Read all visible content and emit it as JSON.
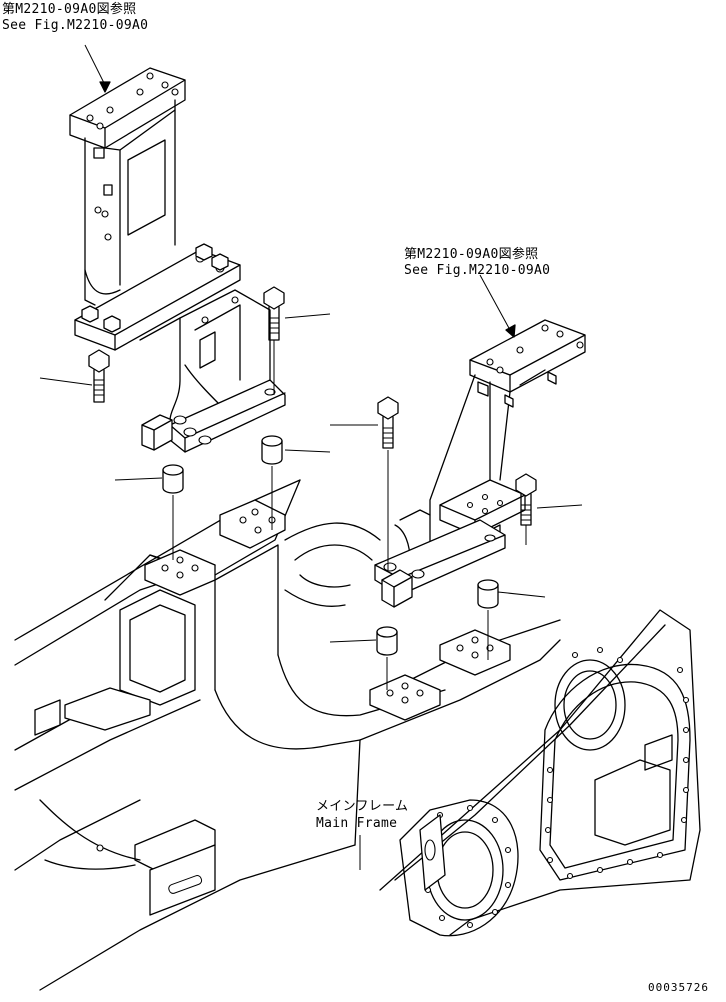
{
  "callouts": {
    "ref_top_left_jp": "第M2210-09A0図参照",
    "ref_top_left_en": "See Fig.M2210-09A0",
    "ref_right_jp": "第M2210-09A0図参照",
    "ref_right_en": "See Fig.M2210-09A0",
    "main_frame_jp": "メインフレーム",
    "main_frame_en": "Main Frame"
  },
  "drawing_number": "00035726",
  "parts": [
    {
      "name": "left-bracket-assembly"
    },
    {
      "name": "right-bracket-assembly"
    },
    {
      "name": "left-mounting-bolt"
    },
    {
      "name": "center-mounting-bolt"
    },
    {
      "name": "right-center-bolt"
    },
    {
      "name": "right-mounting-bolt"
    },
    {
      "name": "spacer-collar"
    },
    {
      "name": "main-frame"
    }
  ]
}
